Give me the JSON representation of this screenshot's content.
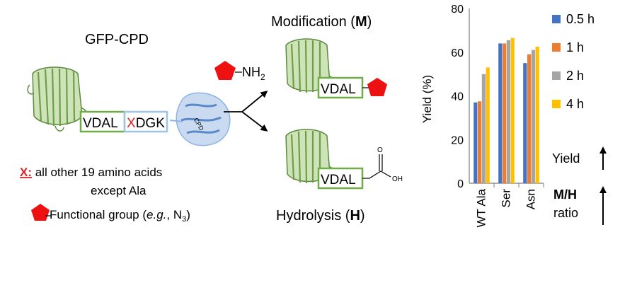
{
  "scheme": {
    "gfp_cpd_label": "GFP-CPD",
    "substrate_vdal": "VDAL",
    "substrate_x": "X",
    "substrate_dgk": "DGK",
    "cpd_tag": "CPD",
    "amine_nh": "NH",
    "amine_sub": "2",
    "product_vdal": "VDAL",
    "hydrolysis_vdal": "VDAL",
    "carbonyl_o": "O",
    "hydroxyl_oh": "OH",
    "modification": {
      "text": "Modification (",
      "bold": "M",
      "close": ")"
    },
    "hydrolysis": {
      "text": "Hydrolysis (",
      "bold": "H",
      "close": ")"
    },
    "x_note": {
      "key": "X:",
      "rest": " all other 19 amino acids",
      "line2": "except Ala"
    },
    "fg_note": {
      "text": "Functional group (",
      "eg": "e.g.",
      "mid": ", N",
      "sub": "3",
      "close": ")"
    }
  },
  "colors": {
    "gfp_green": "#7cb35a",
    "gfp_outline": "#5a8a3c",
    "vdal_box": "#70ad47",
    "dgk_box": "#9dc3e6",
    "cpd_blue": "#8eb4e3",
    "x_red": "#e02020",
    "pentagon_red": "#ee1111"
  },
  "chart_data": {
    "type": "bar",
    "categories": [
      "WT Ala",
      "Ser",
      "Asn"
    ],
    "series": [
      {
        "name": "0.5 h",
        "color": "#4472c4",
        "values": [
          37,
          64,
          55
        ]
      },
      {
        "name": "1 h",
        "color": "#ed7d31",
        "values": [
          37.5,
          64,
          59
        ]
      },
      {
        "name": "2 h",
        "color": "#a5a5a5",
        "values": [
          50,
          65.5,
          61
        ]
      },
      {
        "name": "4 h",
        "color": "#ffc000",
        "values": [
          53,
          66.5,
          62.5
        ]
      }
    ],
    "ylabel": "Yield (%)",
    "ylim": [
      0,
      80
    ],
    "yticks": [
      0,
      20,
      40,
      60,
      80
    ],
    "legend_position": "right"
  },
  "trend": {
    "yield_label": "Yield",
    "mh_label": "M/H",
    "ratio_label": "ratio"
  }
}
